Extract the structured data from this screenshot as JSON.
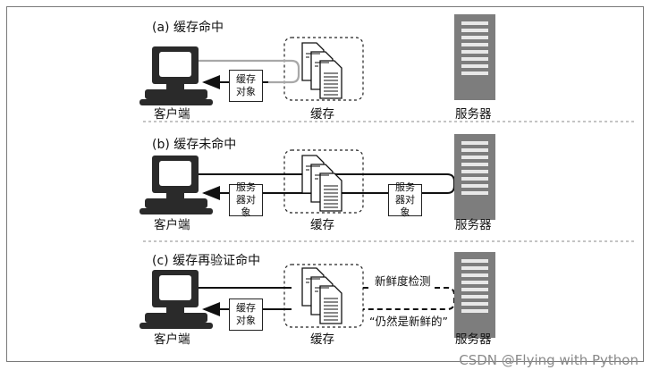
{
  "sections": [
    {
      "title": "(a)  缓存命中",
      "client_label": "客户端",
      "cache_label": "缓存",
      "server_label": "服务器",
      "object_box": "缓存对象"
    },
    {
      "title": "(b) 缓存未命中",
      "client_label": "客户端",
      "cache_label": "缓存",
      "server_label": "服务器",
      "object_box_client": "服务器对象",
      "object_box_server": "服务器对象"
    },
    {
      "title": "(c)  缓存再验证命中",
      "client_label": "客户端",
      "cache_label": "缓存",
      "server_label": "服务器",
      "object_box": "缓存对象",
      "check_label": "新鲜度检测",
      "reply_label": "“仍然是新鲜的”"
    }
  ],
  "watermark": "CSDN @Flying with Python"
}
